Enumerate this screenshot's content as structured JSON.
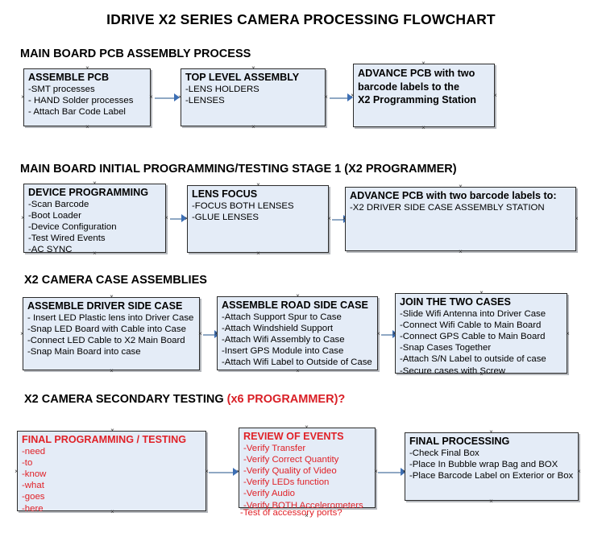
{
  "document": {
    "title": "IDRIVE X2  SERIES CAMERA PROCESSING FLOWCHART"
  },
  "colors": {
    "node_fill": "#e4ecf7",
    "node_border": "#2b2b2b",
    "connector": "#8fa8c4",
    "arrow": "#3d6fb4",
    "red_text": "#e02127",
    "black_text": "#000000"
  },
  "sections": [
    {
      "id": "main-board-pcb-assembly-process",
      "heading": "MAIN BOARD PCB ASSEMBLY PROCESS",
      "heading_suffix": "",
      "nodes": [
        {
          "id": "assemble-pcb",
          "title": "ASSEMBLE PCB",
          "lines": [
            "-SMT processes",
            "- HAND Solder processes",
            "- Attach Bar Code Label"
          ],
          "color": "black"
        },
        {
          "id": "top-level-assembly",
          "title": "TOP LEVEL ASSEMBLY",
          "lines": [
            "-LENS HOLDERS",
            "-LENSES"
          ],
          "color": "black"
        },
        {
          "id": "advance-pcb-programming-station",
          "title": "ADVANCE PCB with two barcode labels to the  X2 Programming Station",
          "title_lines": [
            "ADVANCE PCB with two",
            "barcode labels to the",
            " X2 Programming Station"
          ],
          "lines": [],
          "color": "black"
        }
      ]
    },
    {
      "id": "main-board-initial-programming",
      "heading": "MAIN BOARD INITIAL PROGRAMMING/TESTING STAGE 1 (X2 PROGRAMMER)",
      "heading_suffix": "",
      "nodes": [
        {
          "id": "device-programming",
          "title": "DEVICE PROGRAMMING",
          "lines": [
            "-Scan Barcode",
            "-Boot Loader",
            "-Device Configuration",
            "-Test Wired Events",
            "-AC SYNC"
          ],
          "color": "black"
        },
        {
          "id": "lens-focus",
          "title": "LENS FOCUS",
          "lines": [
            "-FOCUS BOTH LENSES",
            "-GLUE LENSES"
          ],
          "color": "black"
        },
        {
          "id": "advance-pcb-driver-side-case",
          "title": "ADVANCE PCB with two barcode labels to:",
          "lines": [
            "-X2 DRIVER  SIDE  CASE  ASSEMBLY STATION"
          ],
          "color": "black"
        }
      ]
    },
    {
      "id": "x2-camera-case-assemblies",
      "heading": "X2 CAMERA CASE ASSEMBLIES",
      "heading_suffix": "",
      "nodes": [
        {
          "id": "assemble-driver-side-case",
          "title": "ASSEMBLE DRIVER SIDE CASE",
          "lines": [
            "- Insert LED Plastic lens into Driver Case",
            "-Snap LED Board with Cable into Case",
            "-Connect LED Cable to X2 Main Board",
            "-Snap Main Board into case"
          ],
          "color": "black"
        },
        {
          "id": "assemble-road-side-case",
          "title": "ASSEMBLE ROAD SIDE CASE",
          "lines": [
            "-Attach Support Spur to Case",
            "-Attach Windshield Support",
            "-Attach Wifi Assembly to Case",
            "-Insert GPS Module into Case",
            "-Attach Wifi Label to Outside of Case"
          ],
          "color": "black"
        },
        {
          "id": "join-the-two-cases",
          "title": "JOIN THE TWO CASES",
          "lines": [
            "-Slide Wifi Antenna into Driver Case",
            "-Connect Wifi Cable to Main Board",
            "-Connect GPS Cable to Main Board",
            "-Snap Cases Together",
            "-Attach S/N Label to outside of case",
            "-Secure cases with Screw"
          ],
          "color": "black"
        }
      ]
    },
    {
      "id": "x2-camera-secondary-testing",
      "heading": "X2 CAMERA SECONDARY TESTING ",
      "heading_suffix": "(x6 PROGRAMMER)?",
      "nodes": [
        {
          "id": "final-programming-testing",
          "title": "FINAL PROGRAMMING / TESTING",
          "lines": [
            "-need",
            "-to",
            "-know",
            "-what",
            "-goes",
            "-here"
          ],
          "color": "red"
        },
        {
          "id": "review-of-events",
          "title": "REVIEW OF EVENTS",
          "lines": [
            "-Verify Transfer",
            "-Verify Correct Quantity",
            "-Verify Quality of Video",
            "-Verify LEDs function",
            "-Verify Audio",
            "-Verify BOTH Accelerometers"
          ],
          "overflow_line": "-Test of accessory ports?",
          "color": "red"
        },
        {
          "id": "final-processing",
          "title": "FINAL PROCESSING",
          "lines": [
            " -Check Final Box",
            "-Place In Bubble wrap Bag and BOX",
            "-Place Barcode Label on Exterior or Box"
          ],
          "color": "black"
        }
      ]
    }
  ]
}
